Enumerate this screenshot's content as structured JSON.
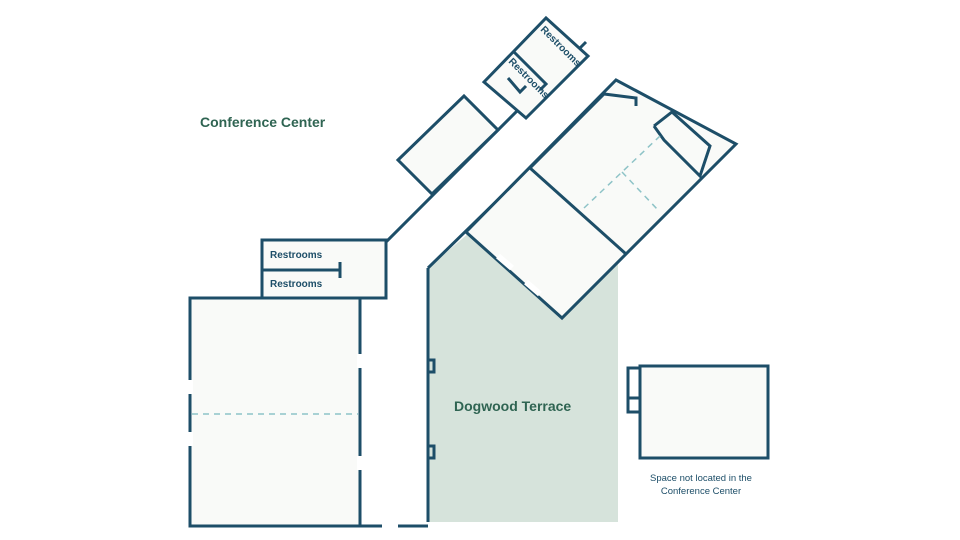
{
  "map": {
    "title": "Conference Center",
    "terrace_label": "Dogwood Terrace",
    "restrooms_label": "Restrooms",
    "offsite_note_line1": "Space not located in the",
    "offsite_note_line2": "Conference Center"
  },
  "colors": {
    "wall": "#1d4e68",
    "terrace_fill": "#d6e3db",
    "label_green": "#2f6452",
    "divider_dashed": "#8ec3c7",
    "room_fill": "#f9faf8"
  }
}
